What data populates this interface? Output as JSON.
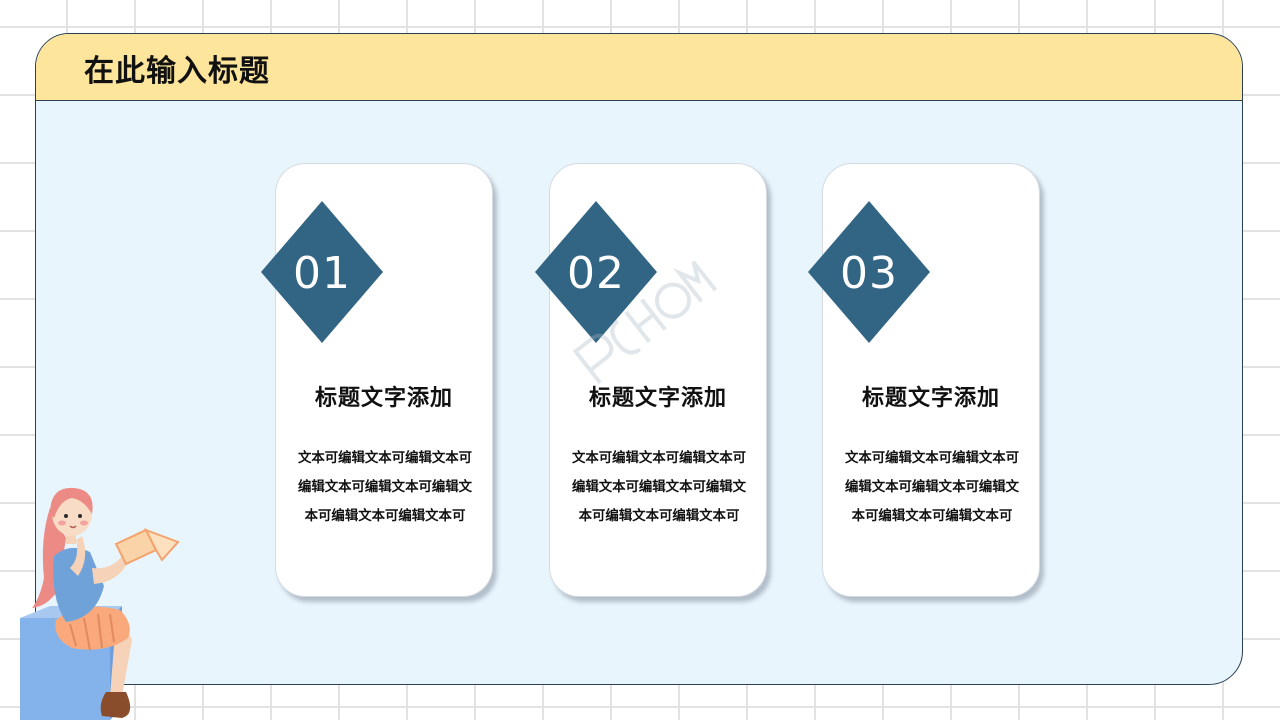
{
  "slide": {
    "title": "在此输入标题"
  },
  "cards": [
    {
      "number": "01",
      "title": "标题文字添加",
      "body": "文本可编辑文本可编辑文本可编辑文本可编辑文本可编辑文本可编辑文本可编辑文本可"
    },
    {
      "number": "02",
      "title": "标题文字添加",
      "body": "文本可编辑文本可编辑文本可编辑文本可编辑文本可编辑文本可编辑文本可编辑文本可"
    },
    {
      "number": "03",
      "title": "标题文字添加",
      "body": "文本可编辑文本可编辑文本可编辑文本可编辑文本可编辑文本可编辑文本可编辑文本可"
    }
  ],
  "colors": {
    "header": "#fee59c",
    "board": "#e9f5fd",
    "diamond": "#326584",
    "card": "#ffffff"
  },
  "icons": {
    "illustration": "girl-reading-book-illustration",
    "watermark": "pchome-watermark-logo"
  }
}
